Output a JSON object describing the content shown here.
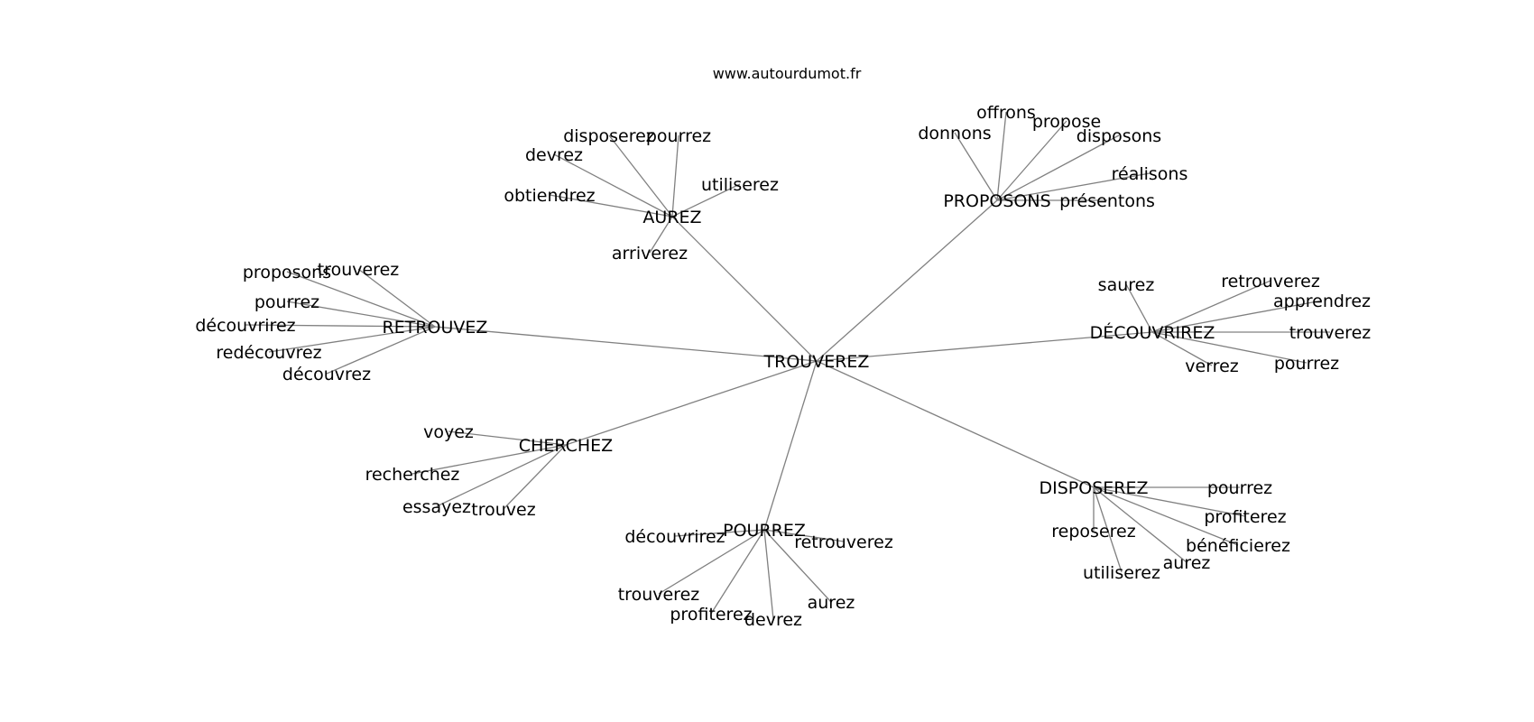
{
  "site": "www.autourdumot.fr",
  "diagram": {
    "center": "TROUVEREZ",
    "hubs": [
      {
        "label": "AUREZ",
        "children": [
          "disposerez",
          "pourrez",
          "devrez",
          "utiliserez",
          "obtiendrez",
          "arriverez"
        ]
      },
      {
        "label": "PROPOSONS",
        "children": [
          "offrons",
          "propose",
          "donnons",
          "disposons",
          "réalisons",
          "présentons"
        ]
      },
      {
        "label": "RETROUVEZ",
        "children": [
          "proposons",
          "trouverez",
          "pourrez",
          "découvrirez",
          "redécouvrez",
          "découvrez"
        ]
      },
      {
        "label": "DÉCOUVRIREZ",
        "children": [
          "saurez",
          "retrouverez",
          "apprendrez",
          "trouverez",
          "verrez",
          "pourrez"
        ]
      },
      {
        "label": "CHERCHEZ",
        "children": [
          "voyez",
          "recherchez",
          "essayez",
          "trouvez"
        ]
      },
      {
        "label": "POURREZ",
        "children": [
          "découvrirez",
          "retrouverez",
          "trouverez",
          "profiterez",
          "devrez",
          "aurez"
        ]
      },
      {
        "label": "DISPOSEREZ",
        "children": [
          "pourrez",
          "profiterez",
          "reposerez",
          "bénéficierez",
          "aurez",
          "utiliserez"
        ]
      }
    ]
  }
}
